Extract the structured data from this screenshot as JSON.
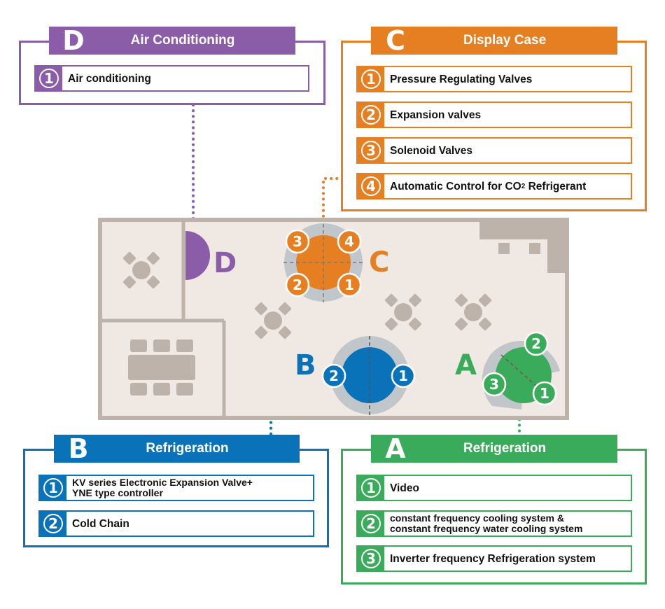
{
  "colors": {
    "purple": "#8b5ca8",
    "orange": "#e67e22",
    "blue": "#0a72b8",
    "green": "#3aab5a",
    "floor": "#f0e9e3",
    "wall": "#bdb3ab",
    "ring": "#c0c6ca",
    "fixture": "#bdb3ab"
  },
  "panels": {
    "D": {
      "letter": "D",
      "title": "Air Conditioning",
      "items": [
        {
          "num": "1",
          "label": "Air conditioning"
        }
      ]
    },
    "C": {
      "letter": "C",
      "title": "Display Case",
      "items": [
        {
          "num": "1",
          "label": "Pressure Regulating Valves"
        },
        {
          "num": "2",
          "label": "Expansion valves"
        },
        {
          "num": "3",
          "label": "Solenoid Valves"
        },
        {
          "num": "4",
          "label": "Automatic Control for CO",
          "sub": "2",
          "label_tail": " Refrigerant"
        }
      ]
    },
    "B": {
      "letter": "B",
      "title": "Refrigeration",
      "items": [
        {
          "num": "1",
          "line1": "KV series Electronic Expansion Valve+",
          "line2": "YNE type controller"
        },
        {
          "num": "2",
          "label": "Cold Chain"
        }
      ]
    },
    "A": {
      "letter": "A",
      "title": "Refrigeration",
      "items": [
        {
          "num": "1",
          "label": "Video"
        },
        {
          "num": "2",
          "line1": "constant frequency cooling system &",
          "line2": "constant frequency water cooling system"
        },
        {
          "num": "3",
          "label": "Inverter  frequency Refrigeration system"
        }
      ]
    }
  },
  "floor_labels": {
    "A": "A",
    "B": "B",
    "C": "C",
    "D": "D"
  },
  "markers": {
    "C": [
      "3",
      "4",
      "2",
      "1"
    ],
    "B": [
      "2",
      "1"
    ],
    "A": [
      "2",
      "3",
      "1"
    ]
  }
}
